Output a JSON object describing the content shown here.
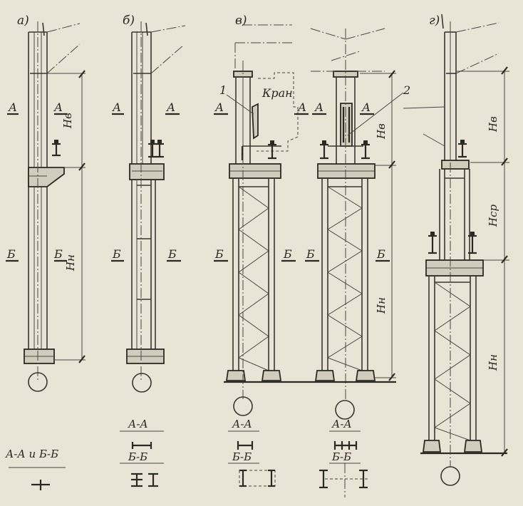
{
  "variants": {
    "a": "а)",
    "b": "б)",
    "v": "в)",
    "g": "г)"
  },
  "section_marks": {
    "A": "А",
    "B": "Б"
  },
  "dimensions": {
    "upper": "Нв",
    "lower": "Нн",
    "middle": "Нср"
  },
  "callouts": {
    "one": "1",
    "two": "2",
    "crane": "Кран"
  },
  "captions": {
    "a_sections": "А-А и Б-Б",
    "aa": "А-А",
    "bb": "Б-Б"
  },
  "colors": {
    "paper": "#e9e4d6",
    "ink": "#2c2925"
  }
}
